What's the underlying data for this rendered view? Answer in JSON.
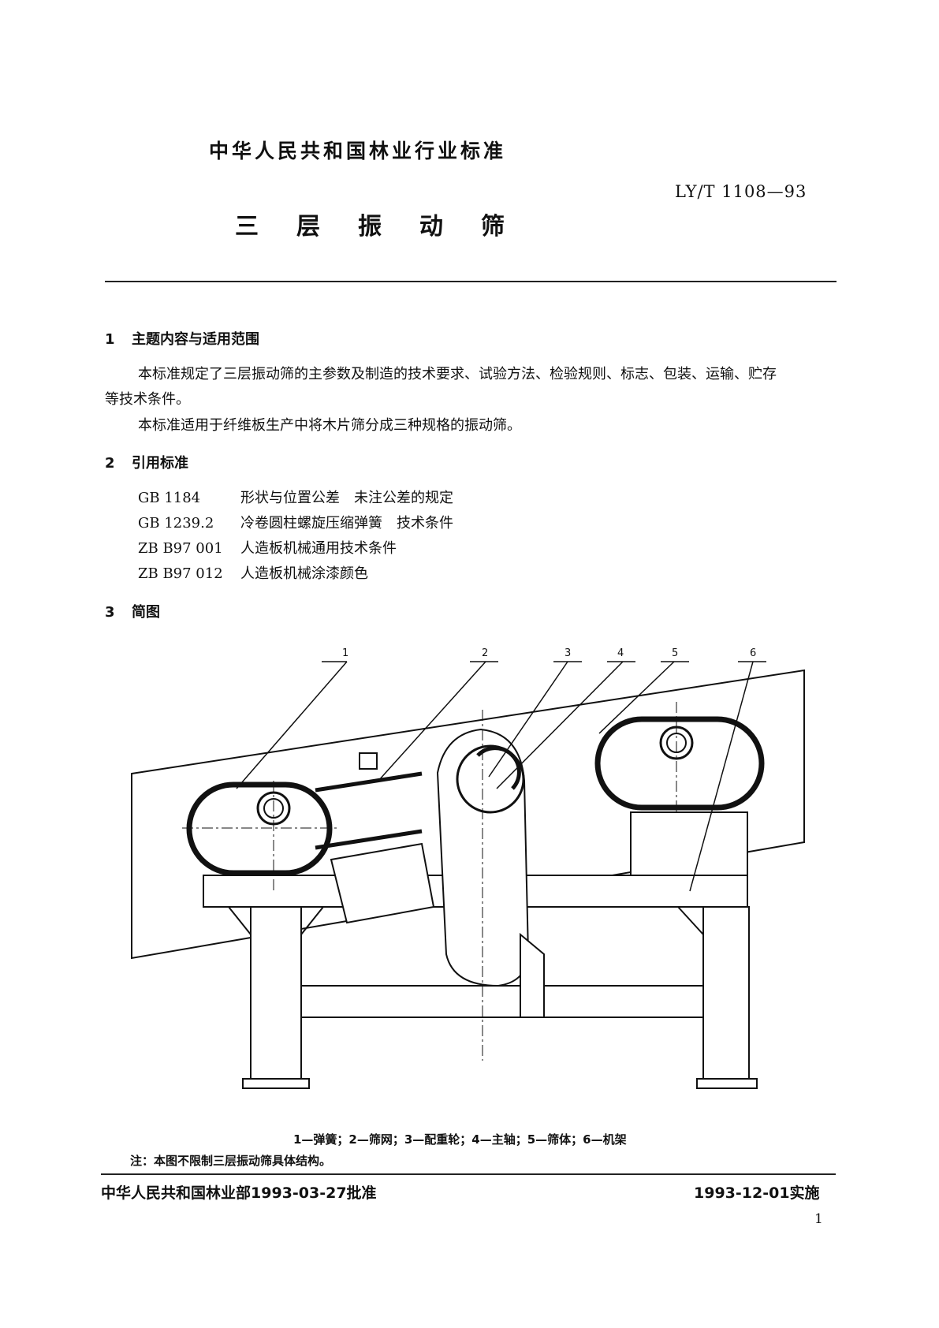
{
  "header": {
    "title": "中华人民共和国林业行业标准",
    "standard_code": "LY/T 1108—93",
    "doc_title": "三层振动筛"
  },
  "sections": [
    {
      "number": "1",
      "heading": "主题内容与适用范围",
      "paragraphs": [
        "本标准规定了三层振动筛的主参数及制造的技术要求、试验方法、检验规则、标志、包装、运输、贮存",
        "等技术条件。",
        "本标准适用于纤维板生产中将木片筛分成三种规格的振动筛。"
      ]
    },
    {
      "number": "2",
      "heading": "引用标准",
      "references": [
        {
          "code": "GB 1184",
          "title": "形状与位置公差　未注公差的规定"
        },
        {
          "code": "GB 1239.2",
          "title": "冷卷圆柱螺旋压缩弹簧　技术条件"
        },
        {
          "code": "ZB B97 001",
          "title": "人造板机械通用技术条件"
        },
        {
          "code": "ZB B97 012",
          "title": "人造板机械涂漆颜色"
        }
      ]
    },
    {
      "number": "3",
      "heading": "简图"
    }
  ],
  "figure": {
    "callouts": [
      "1",
      "2",
      "3",
      "4",
      "5",
      "6"
    ],
    "caption": "1—弹簧；2—筛网；3—配重轮；4—主轴；5—筛体；6—机架",
    "note": "注：本图不限制三层振动筛具体结构。"
  },
  "footer": {
    "issued": "中华人民共和国林业部1993-03-27批准",
    "effective": "1993-12-01实施",
    "page": "1"
  }
}
